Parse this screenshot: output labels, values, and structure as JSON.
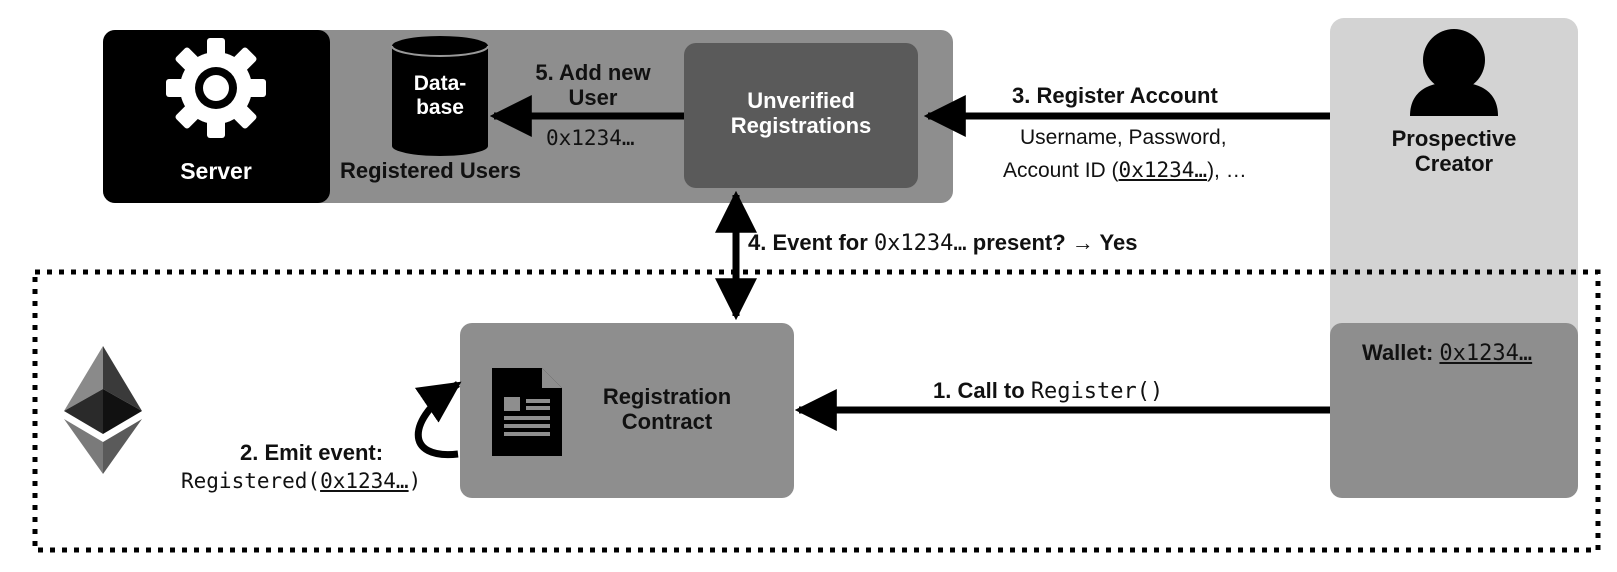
{
  "server": {
    "label": "Server",
    "icon": "gear-icon"
  },
  "database": {
    "label_line1": "Data-",
    "label_line2": "base",
    "caption": "Registered Users",
    "icon": "database-icon"
  },
  "unverified": {
    "line1": "Unverified",
    "line2": "Registrations"
  },
  "creator": {
    "line1": "Prospective",
    "line2": "Creator",
    "icon": "person-icon"
  },
  "wallet": {
    "label": "Wallet:",
    "address": "0x1234…"
  },
  "contract": {
    "line1": "Registration",
    "line2": "Contract",
    "icon": "document-icon"
  },
  "ethereum": {
    "icon": "ethereum-icon"
  },
  "steps": {
    "step1": {
      "label": "1. Call to",
      "code": "Register()"
    },
    "step2": {
      "line1": "2. Emit event:",
      "code_prefix": "Registered(",
      "code_arg": "0x1234…",
      "code_suffix": ")"
    },
    "step3": {
      "label": "3. Register Account",
      "detail_line1": "Username,  Password,",
      "detail_prefix": "Account ID (",
      "detail_arg": "0x1234…",
      "detail_suffix": "), …"
    },
    "step4": {
      "prefix": "4. Event for",
      "code": "0x1234…",
      "suffix": "present? → Yes"
    },
    "step5": {
      "line1": "5. Add new",
      "line2": "User",
      "code": "0x1234…"
    }
  },
  "colors": {
    "server_panel": "#8e8e8e",
    "server_black": "#000000",
    "unverified_box": "#5a5a5a",
    "creator_column": "#d3d3d3",
    "wallet_box": "#8e8e8e",
    "contract_box": "#8e8e8e",
    "arrow": "#000000"
  }
}
